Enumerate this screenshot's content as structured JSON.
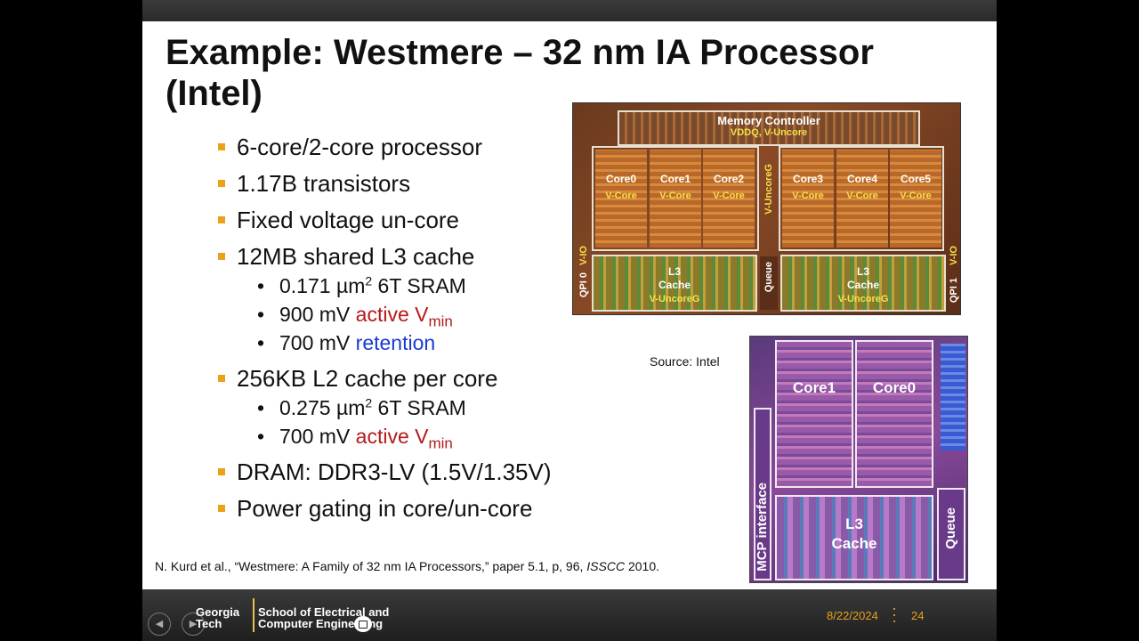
{
  "slide": {
    "title": "Example: Westmere – 32 nm IA Processor (Intel)",
    "bullets": {
      "b1": "6-core/2-core processor",
      "b2": "1.17B transistors",
      "b3": "Fixed voltage un-core",
      "b4": "12MB shared L3 cache",
      "b4_sub1_a": "0.171 µm",
      "b4_sub1_sup": "2",
      "b4_sub1_b": " 6T SRAM",
      "b4_sub2_a": "900 mV ",
      "b4_sub2_red": "active V",
      "b4_sub2_sub": "min",
      "b4_sub3_a": "700 mV ",
      "b4_sub3_blue": "retention",
      "b5": "256KB L2 cache per core",
      "b5_sub1_a": "0.275 µm",
      "b5_sub1_sup": "2",
      "b5_sub1_b": " 6T SRAM",
      "b5_sub2_a": "700 mV ",
      "b5_sub2_red": "active V",
      "b5_sub2_sub": "min",
      "b6": "DRAM: DDR3-LV (1.5V/1.35V)",
      "b7": "Power gating in core/un-core"
    },
    "source": "Source: Intel",
    "citation_a": "N. Kurd et al., “Westmere: A Family of 32 nm IA Processors,” paper 5.1, p, 96, ",
    "citation_em": "ISSCC",
    "citation_b": " 2010."
  },
  "die1": {
    "memory_controller": "Memory Controller",
    "mc_voltage": "VDDQ, V-Uncore",
    "cores": [
      "Core0",
      "Core1",
      "Core2",
      "Core3",
      "Core4",
      "Core5"
    ],
    "core_voltage": "V-Core",
    "v_uncoreg": "V-UncoreG",
    "l3_a": "L3",
    "l3_b": "Cache",
    "l3_voltage": "V-UncoreG",
    "queue": "Queue",
    "qpi0": "QPI 0",
    "qpi1": "QPI 1",
    "vio": "V-IO"
  },
  "die2": {
    "core1": "Core1",
    "core0": "Core0",
    "l3_a": "L3",
    "l3_b": "Cache",
    "mcp": "MCP interface",
    "queue": "Queue"
  },
  "footer": {
    "logo_a1": "Georgia",
    "logo_a2": "Tech",
    "logo_b1": "School of Electrical and",
    "logo_b2": "Computer Engineering",
    "date": "8/22/2024",
    "page": "24",
    "prev_icon": "◀",
    "next_icon": "▶"
  },
  "colors": {
    "bullet_square": "#e8a21b",
    "red_text": "#b51a1a",
    "blue_text": "#1a3ad4",
    "footer_text": "#e8a21b"
  }
}
